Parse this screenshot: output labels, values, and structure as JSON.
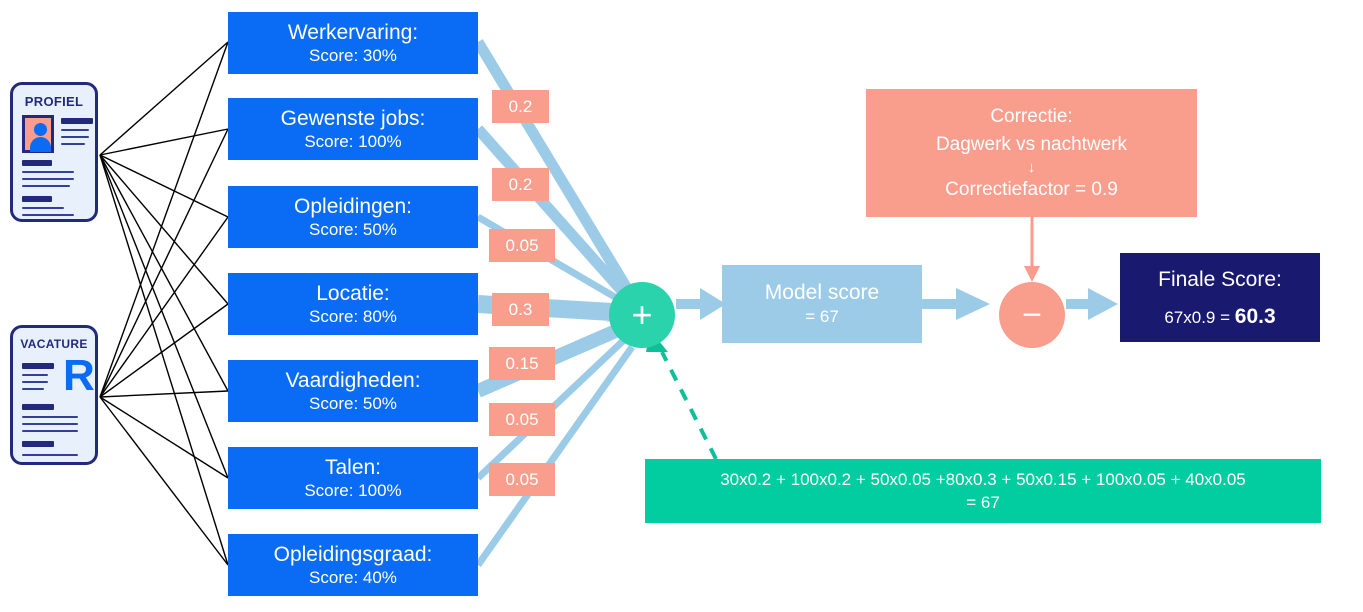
{
  "documents": [
    {
      "id": "profiel",
      "title": "PROFIEL"
    },
    {
      "id": "vacature",
      "title": "VACATURE",
      "logo": "R"
    }
  ],
  "features": [
    {
      "name": "Werkervaring:",
      "score": "Score: 30%",
      "score_value": 30,
      "weight": "0.2",
      "weight_value": 0.2
    },
    {
      "name": "Gewenste jobs:",
      "score": "Score: 100%",
      "score_value": 100,
      "weight": "0.2",
      "weight_value": 0.2
    },
    {
      "name": "Opleidingen:",
      "score": "Score: 50%",
      "score_value": 50,
      "weight": "0.05",
      "weight_value": 0.05
    },
    {
      "name": "Locatie:",
      "score": "Score: 80%",
      "score_value": 80,
      "weight": "0.3",
      "weight_value": 0.3
    },
    {
      "name": "Vaardigheden:",
      "score": "Score: 50%",
      "score_value": 50,
      "weight": "0.15",
      "weight_value": 0.15
    },
    {
      "name": "Talen:",
      "score": "Score: 100%",
      "score_value": 100,
      "weight": "0.05",
      "weight_value": 0.05
    },
    {
      "name": "Opleidingsgraad:",
      "score": "Score: 40%",
      "score_value": 40,
      "weight": "0.05",
      "weight_value": 0.05
    }
  ],
  "nodes": {
    "sum": "+",
    "subtract": "−"
  },
  "model_score": {
    "label": "Model score",
    "value": "= 67"
  },
  "correction": {
    "title": "Correctie:",
    "subtitle": "Dagwerk vs nachtwerk",
    "arrow": "↓",
    "factor": "Correctiefactor = 0.9"
  },
  "final": {
    "label": "Finale Score:",
    "calc": "67x0.9 = ",
    "value": "60.3"
  },
  "formula": {
    "line1": "30x0.2 + 100x0.2 + 50x0.05 +80x0.3 + 50x0.15 + 100x0.05 + 40x0.05",
    "line2": "= 67"
  },
  "colors": {
    "feature_blue": "#0a6cf5",
    "weight_pink": "#f99e8c",
    "flow_blue": "#9ccbe8",
    "sum_teal": "#2ad3ab",
    "formula_green": "#02cda0",
    "final_navy": "#191970",
    "doc_outline": "#232a7d",
    "doc_fill": "#e8f1fb"
  }
}
